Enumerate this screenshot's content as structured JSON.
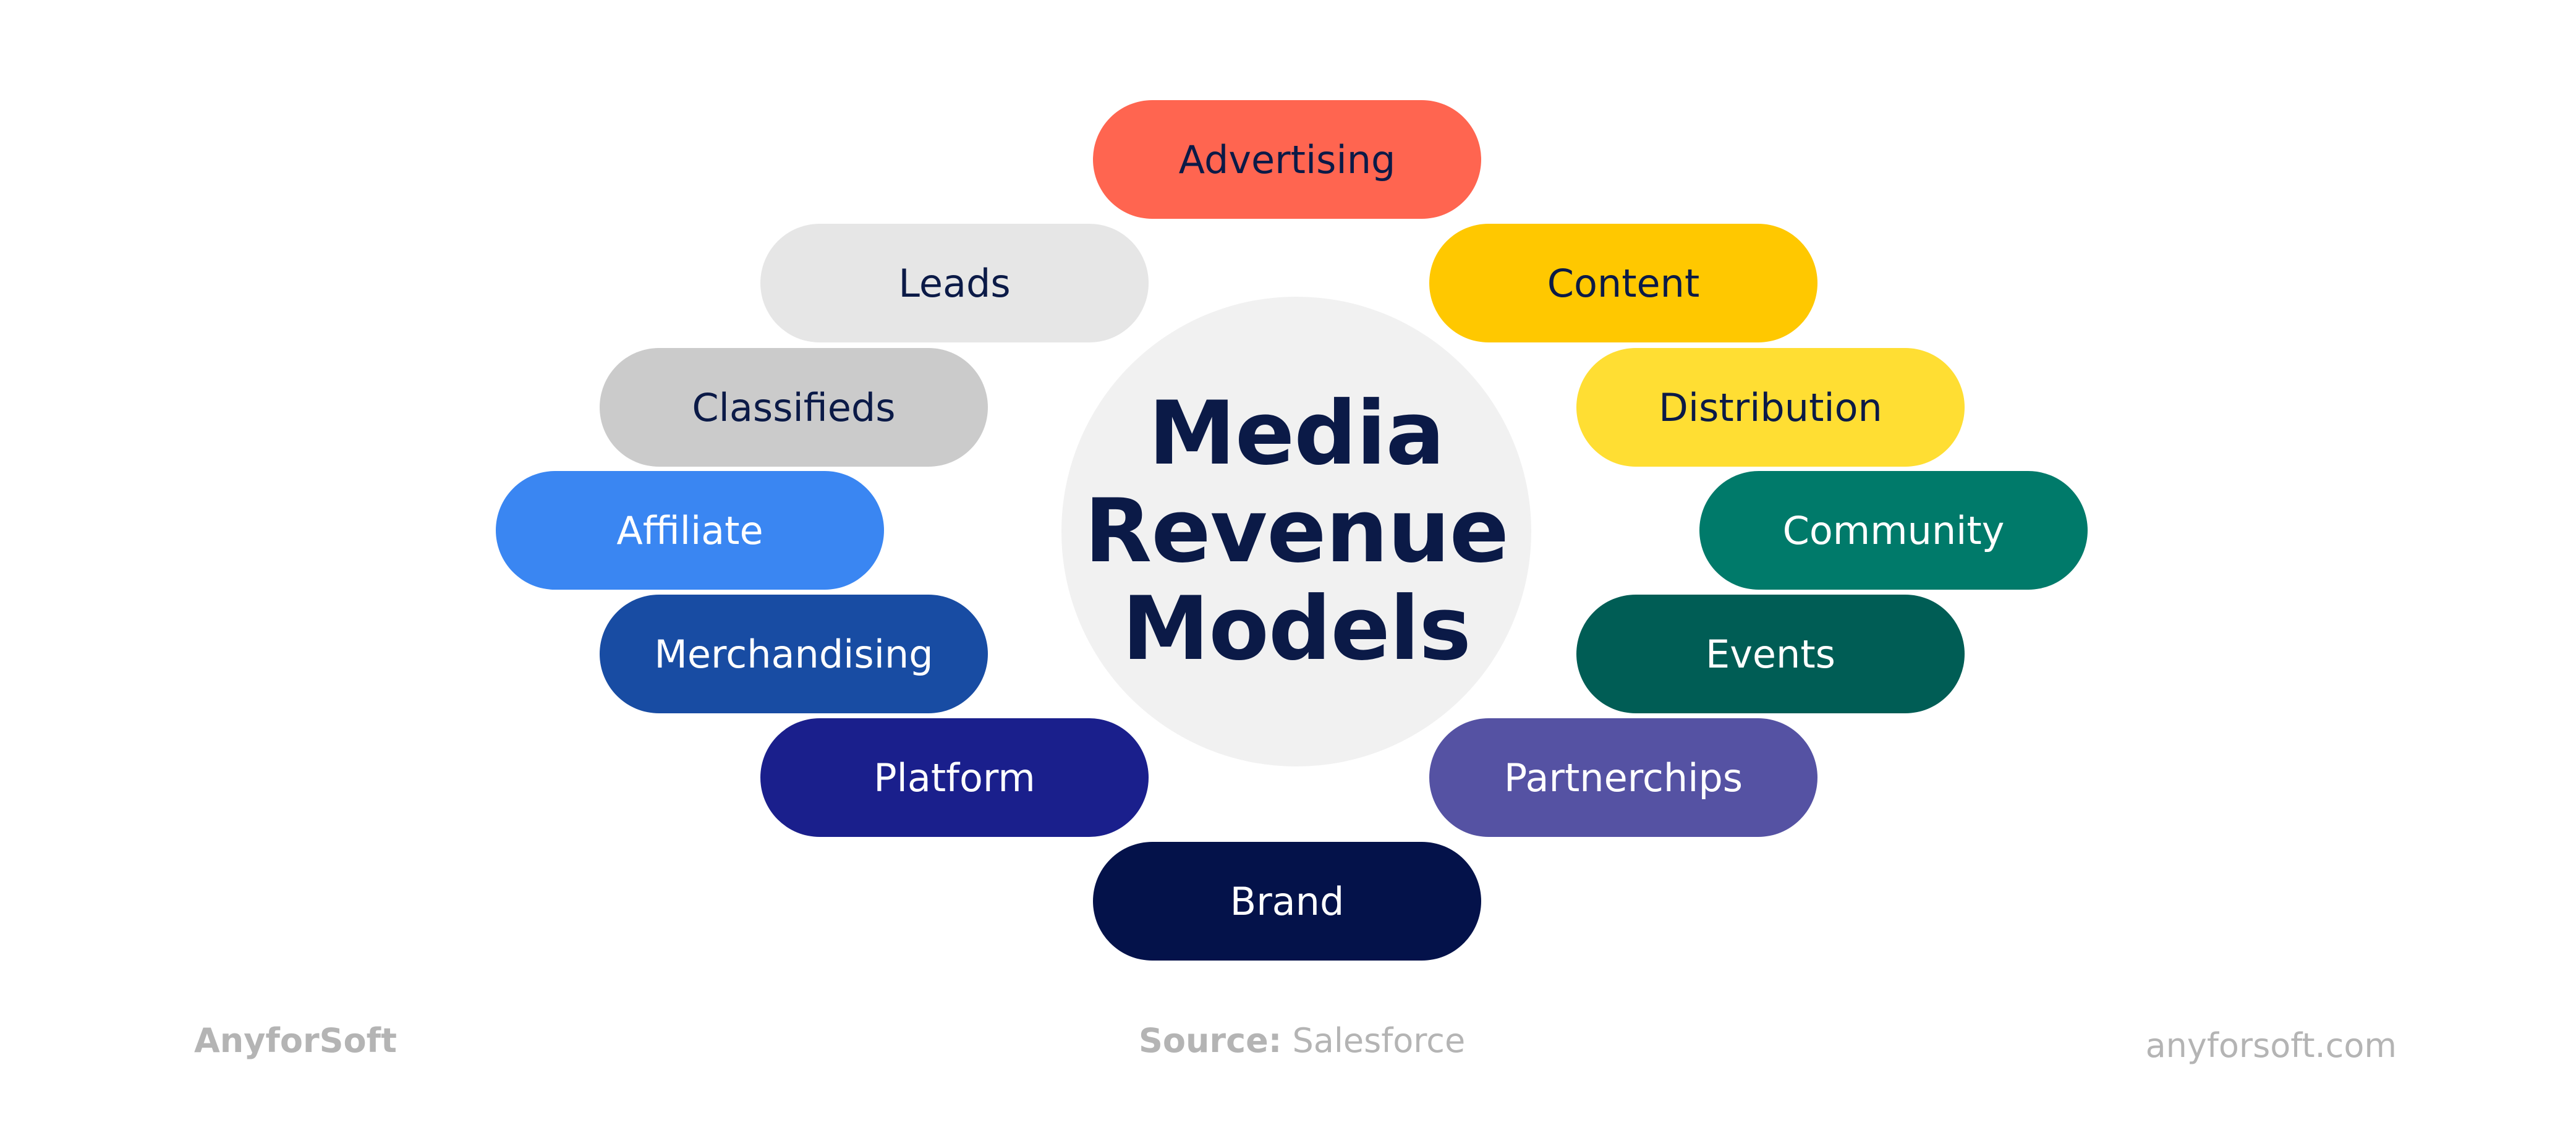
{
  "diagram": {
    "title_lines": [
      "Media",
      "Revenue",
      "Models"
    ],
    "models": [
      {
        "label": "Advertising",
        "bg": "#ff6550",
        "fg": "#0b1a47"
      },
      {
        "label": "Content",
        "bg": "#ffc800",
        "fg": "#0b1a47"
      },
      {
        "label": "Distribution",
        "bg": "#ffde33",
        "fg": "#0b1a47"
      },
      {
        "label": "Community",
        "bg": "#007a6a",
        "fg": "#ffffff"
      },
      {
        "label": "Events",
        "bg": "#005d55",
        "fg": "#ffffff"
      },
      {
        "label": "Partnerchips",
        "bg": "#5552a3",
        "fg": "#ffffff"
      },
      {
        "label": "Brand",
        "bg": "#04124a",
        "fg": "#ffffff"
      },
      {
        "label": "Platform",
        "bg": "#1a1f8c",
        "fg": "#ffffff"
      },
      {
        "label": "Merchandising",
        "bg": "#184ca3",
        "fg": "#ffffff"
      },
      {
        "label": "Affiliate",
        "bg": "#3a86f2",
        "fg": "#ffffff"
      },
      {
        "label": "Classifieds",
        "bg": "#cbcbcb",
        "fg": "#0b1a47"
      },
      {
        "label": "Leads",
        "bg": "#e6e6e6",
        "fg": "#0b1a47"
      }
    ]
  },
  "footer": {
    "brand": "AnyforSoft",
    "source_label": "Source:",
    "source_value": "Salesforce",
    "url": "anyforsoft.com"
  }
}
